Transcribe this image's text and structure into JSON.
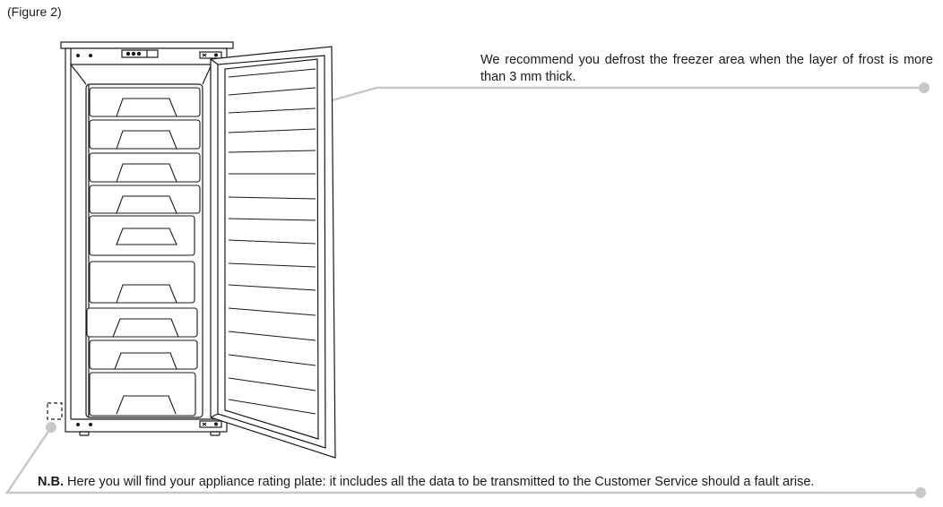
{
  "figure_label": "(Figure 2)",
  "callouts": {
    "defrost_text": "We recommend you defrost the freezer area when the layer of frost is more than 3 mm thick.",
    "rating_plate_prefix": "N.B.",
    "rating_plate_text": " Here you will find your appliance rating plate: it includes all the data to be transmitted to the Customer Service should a fault arise."
  },
  "colors": {
    "line": "#1a1a1a",
    "leader": "#c8c8c8",
    "dot": "#c8c8c8"
  }
}
